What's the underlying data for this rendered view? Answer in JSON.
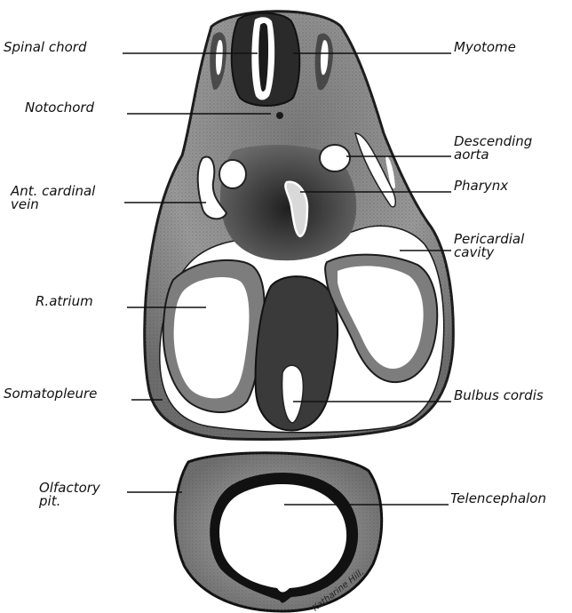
{
  "labels": {
    "spinal_chord": "Spinal chord",
    "notochord": "Notochord",
    "ant_cardinal_vein_line1": "Ant. cardinal",
    "ant_cardinal_vein_line2": "vein",
    "r_atrium": "R.atrium",
    "somatopleure": "Somatopleure",
    "olfactory_pit_line1": "Olfactory",
    "olfactory_pit_line2": "pit.",
    "myotome": "Myotome",
    "descending_aorta_line1": "Descending",
    "descending_aorta_line2": "aorta",
    "pharynx": "Pharynx",
    "pericardial_cavity_line1": "Pericardial",
    "pericardial_cavity_line2": "cavity",
    "bulbus_cordis": "Bulbus cordis",
    "telencephalon": "Telencephalon"
  },
  "signature": "Katharine Hill.",
  "colors": {
    "ink": "#111111",
    "tissue_dark": "#2b2b2b",
    "tissue_mid": "#8a8a8a",
    "tissue_light": "#c8c8c8",
    "background": "#ffffff"
  }
}
